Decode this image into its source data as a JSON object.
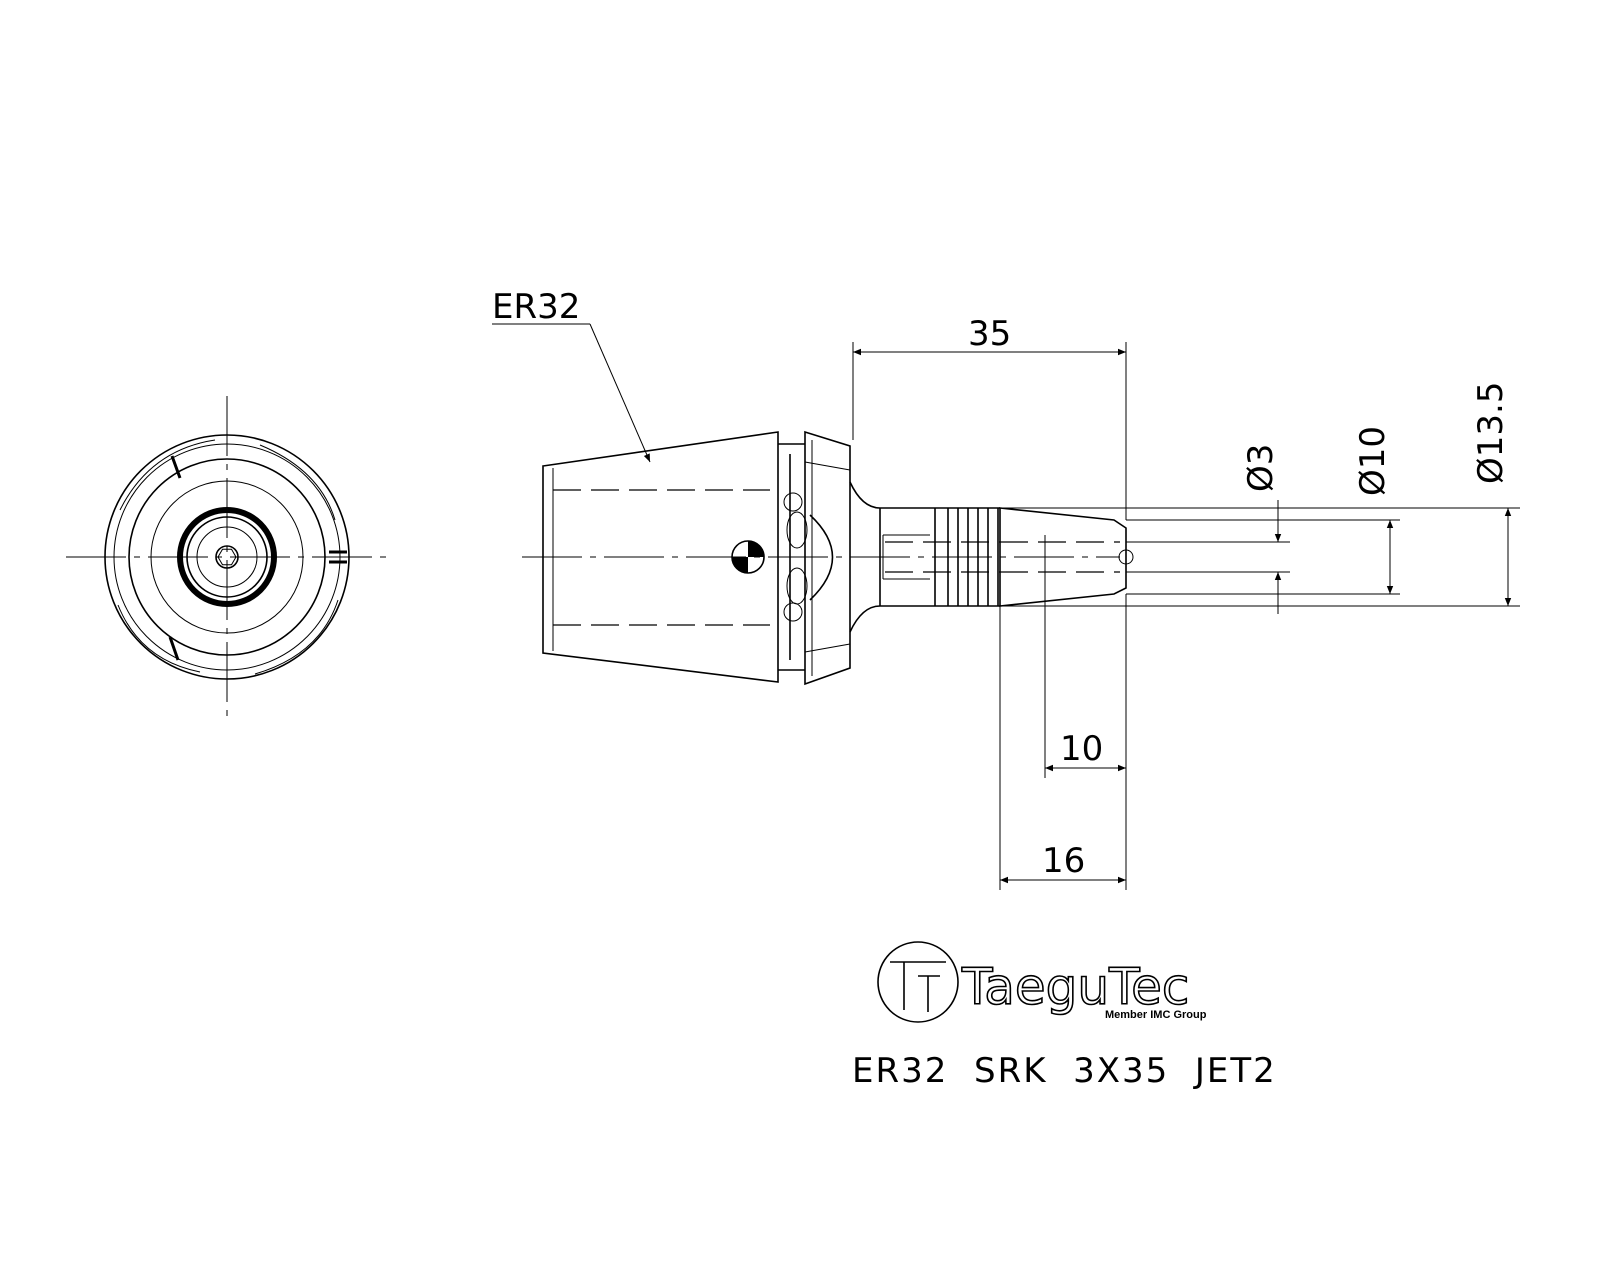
{
  "drawing": {
    "collet_label": "ER32",
    "dimensions": {
      "length_overall": "35",
      "dia_tip": "Ø3",
      "dia_shank": "Ø10",
      "dia_body": "Ø13.5",
      "length_10": "10",
      "length_16": "16"
    },
    "logo": {
      "brand": "TaeguTec",
      "tagline": "Member IMC Group"
    },
    "part_number": "ER32  SRK  3X35  JET2"
  }
}
